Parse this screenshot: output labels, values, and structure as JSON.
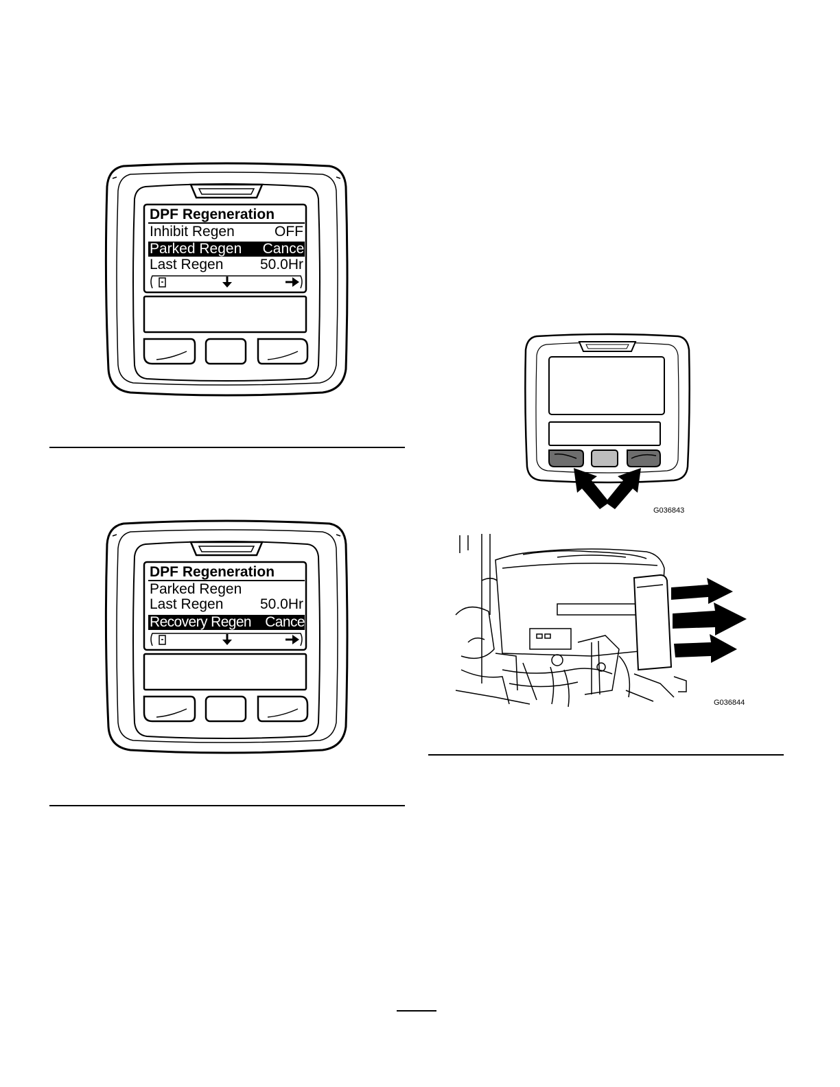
{
  "screen1": {
    "title": "DPF Regeneration",
    "rows": [
      {
        "label": "Inhibit Regen",
        "value": "OFF",
        "selected": false
      },
      {
        "label": "Parked Regen",
        "value": "Cancel",
        "selected": true
      },
      {
        "label": "Last Regen",
        "value": "50.0Hr",
        "selected": false
      }
    ],
    "nav_icons": [
      "exit-icon",
      "arrow-down-icon",
      "arrow-right-icon"
    ]
  },
  "screen2": {
    "title": "DPF Regeneration",
    "rows": [
      {
        "label": "Parked Regen",
        "value": "",
        "selected": false
      },
      {
        "label": "Last Regen",
        "value": "50.0Hr",
        "selected": false
      },
      {
        "label": "Recovery Regen",
        "value": "Cancel",
        "selected": true
      }
    ],
    "nav_icons": [
      "exit-icon",
      "arrow-down-icon",
      "arrow-right-icon"
    ]
  },
  "figure3": {
    "code": "G036843"
  },
  "figure4": {
    "code": "G036844"
  }
}
